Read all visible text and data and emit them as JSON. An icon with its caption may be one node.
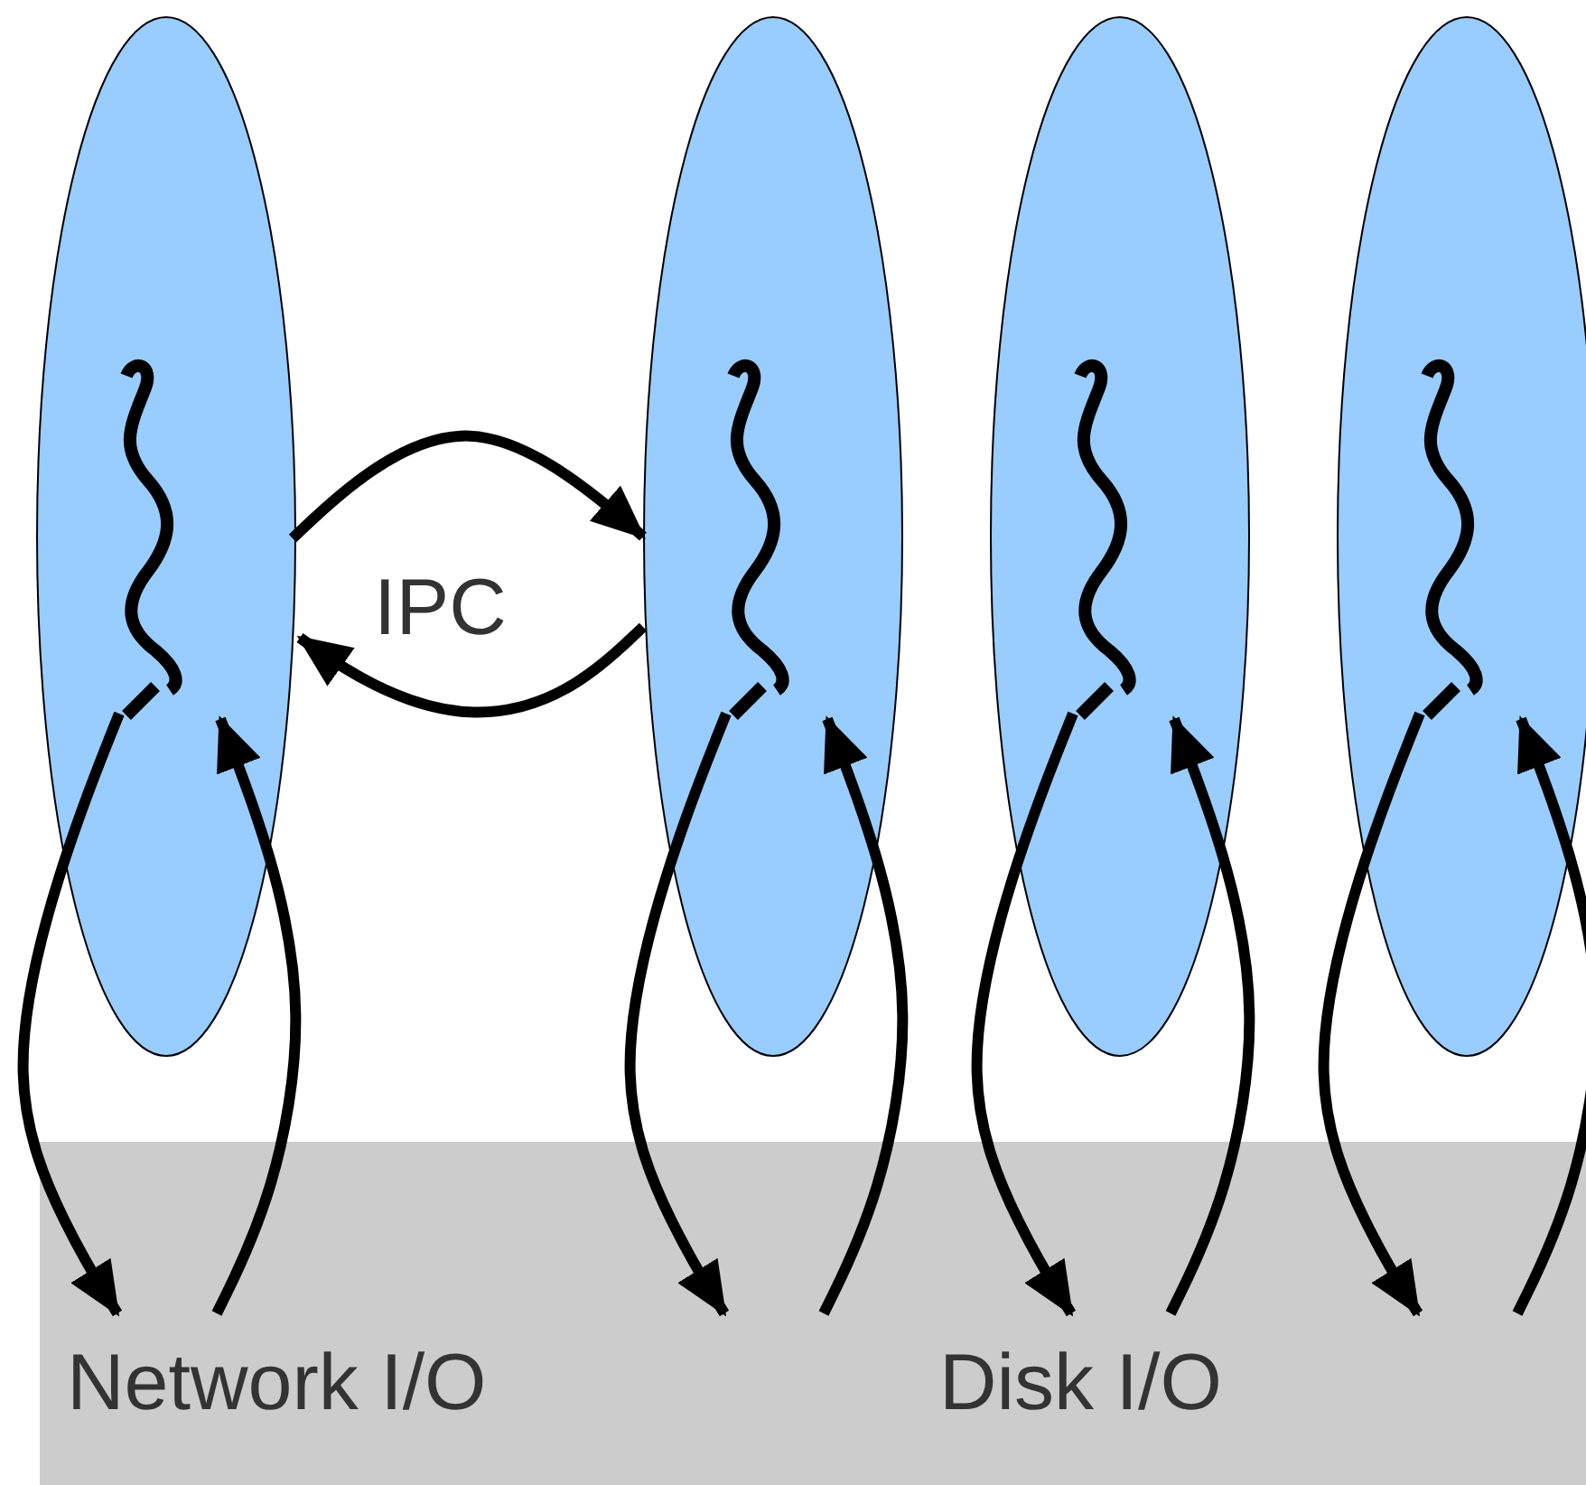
{
  "diagram": {
    "nodes": [
      {
        "text": [],
        "shape": "ellipse"
      },
      {
        "text": [],
        "shape": "squiggle",
        "in": 0
      },
      {
        "text": [],
        "shape": "ellipse"
      },
      {
        "text": [],
        "shape": "squiggle",
        "in": 2
      },
      {
        "text": [],
        "shape": "ellipse"
      },
      {
        "text": [],
        "shape": "squiggle",
        "in": 4
      },
      {
        "text": [],
        "shape": "ellipse"
      },
      {
        "text": [],
        "shape": "squiggle",
        "in": 6
      },
      {
        "text": [
          "Network I/O",
          "Disk I/O"
        ]
      }
    ],
    "edges": [
      {
        "from": 0,
        "to": 2,
        "arrow": "to"
      },
      {
        "from": 2,
        "to": 0,
        "arrow": "to"
      },
      {
        "from": 1,
        "to": 8,
        "arrow": "to"
      },
      {
        "from": 8,
        "to": 1,
        "arrow": "to"
      },
      {
        "from": 3,
        "to": 8,
        "arrow": "to"
      },
      {
        "from": 8,
        "to": 3,
        "arrow": "to"
      },
      {
        "from": 5,
        "to": 8,
        "arrow": "to"
      },
      {
        "from": 8,
        "to": 5,
        "arrow": "to"
      },
      {
        "from": 7,
        "to": 8,
        "arrow": "to"
      },
      {
        "from": 8,
        "to": 7,
        "arrow": "to"
      }
    ],
    "labels": [
      "IPC"
    ]
  }
}
